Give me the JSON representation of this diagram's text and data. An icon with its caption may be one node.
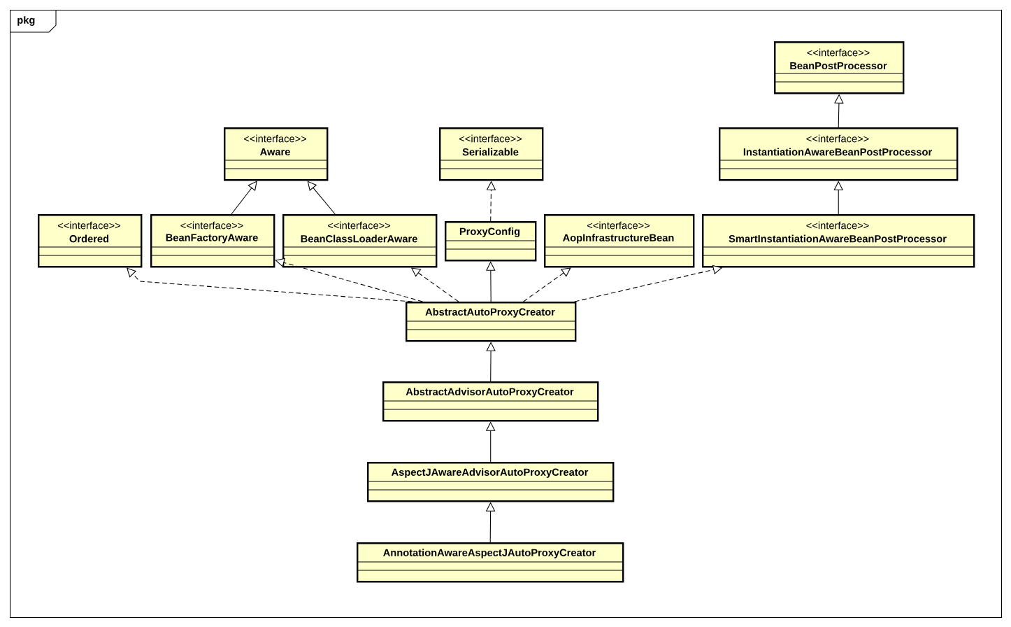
{
  "diagram": {
    "nodes": [
      {
        "text": [
          "pkg"
        ]
      },
      {
        "text": [
          "<<interface>>",
          "BeanPostProcessor"
        ],
        "in": 0
      },
      {
        "text": [
          "<<interface>>",
          "Aware"
        ],
        "in": 0
      },
      {
        "text": [
          "<<interface>>",
          "Serializable"
        ],
        "in": 0
      },
      {
        "text": [
          "<<interface>>",
          "InstantiationAwareBeanPostProcessor"
        ],
        "in": 0
      },
      {
        "text": [
          "<<interface>>",
          "Ordered"
        ],
        "in": 0
      },
      {
        "text": [
          "<<interface>>",
          "BeanFactoryAware"
        ],
        "in": 0
      },
      {
        "text": [
          "<<interface>>",
          "BeanClassLoaderAware"
        ],
        "in": 0
      },
      {
        "text": [
          "ProxyConfig"
        ],
        "in": 0
      },
      {
        "text": [
          "<<interface>>",
          "AopInfrastructureBean"
        ],
        "in": 0
      },
      {
        "text": [
          "<<interface>>",
          "SmartInstantiationAwareBeanPostProcessor"
        ],
        "in": 0
      },
      {
        "text": [
          "AbstractAutoProxyCreator"
        ],
        "in": 0
      },
      {
        "text": [
          "AbstractAdvisorAutoProxyCreator"
        ],
        "in": 0
      },
      {
        "text": [
          "AspectJAwareAdvisorAutoProxyCreator"
        ],
        "in": 0
      },
      {
        "text": [
          "AnnotationAwareAspectJAutoProxyCreator"
        ],
        "in": 0
      }
    ],
    "edges": [
      {
        "from": 4,
        "to": 1,
        "arrow": "to"
      },
      {
        "from": 6,
        "to": 2,
        "arrow": "to"
      },
      {
        "from": 7,
        "to": 2,
        "arrow": "to"
      },
      {
        "from": 10,
        "to": 4,
        "arrow": "to"
      },
      {
        "from": 8,
        "to": 3,
        "arrow": "to",
        "style": "dashed"
      },
      {
        "from": 11,
        "to": 5,
        "arrow": "to",
        "style": "dashed"
      },
      {
        "from": 11,
        "to": 6,
        "arrow": "to",
        "style": "dashed"
      },
      {
        "from": 11,
        "to": 7,
        "arrow": "to",
        "style": "dashed"
      },
      {
        "from": 11,
        "to": 8,
        "arrow": "to"
      },
      {
        "from": 11,
        "to": 9,
        "arrow": "to",
        "style": "dashed"
      },
      {
        "from": 11,
        "to": 10,
        "arrow": "to",
        "style": "dashed"
      },
      {
        "from": 12,
        "to": 11,
        "arrow": "to"
      },
      {
        "from": 13,
        "to": 12,
        "arrow": "to"
      },
      {
        "from": 14,
        "to": 13,
        "arrow": "to"
      }
    ]
  }
}
